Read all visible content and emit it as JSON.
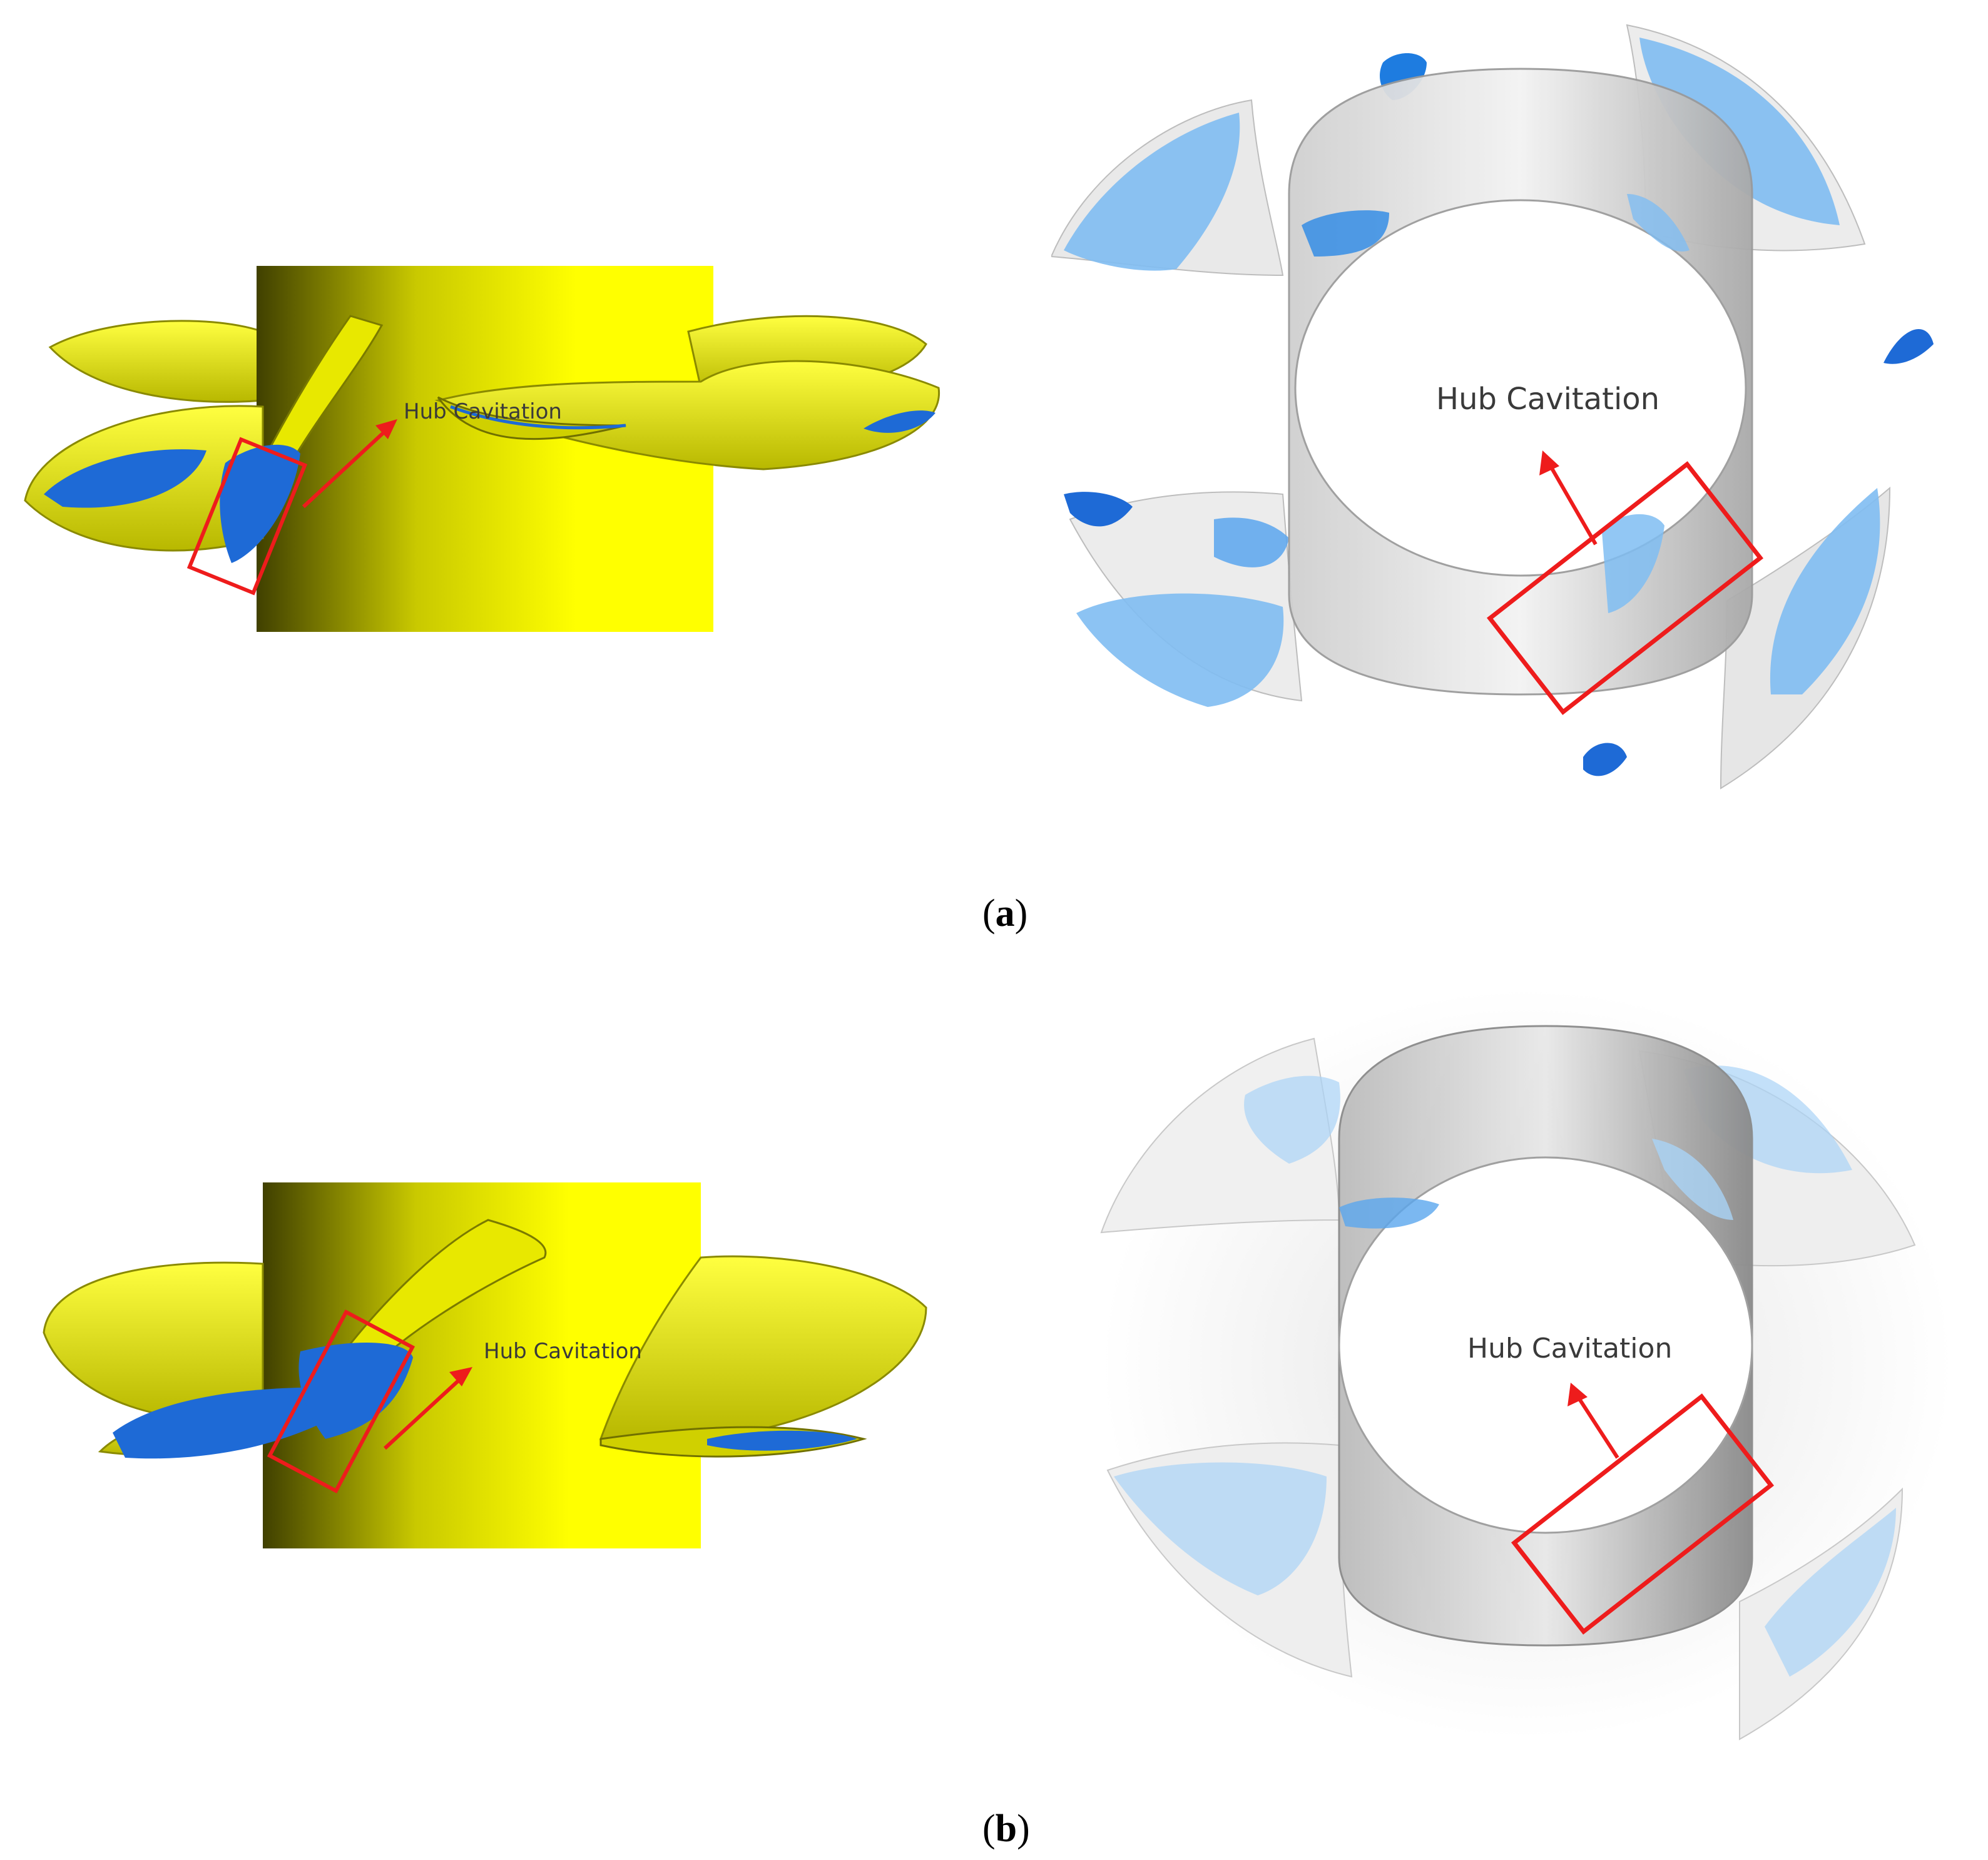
{
  "colors": {
    "hub_yellow": "#f4f40a",
    "cavity_blue": "#1e6ad6",
    "cavity_light_blue": "#7fbdf2",
    "hub_gray": "#b9b9b9",
    "highlight_red": "#ee1c1c"
  },
  "figure": {
    "panels": [
      {
        "id": "a",
        "caption_open": "(",
        "caption_letter": "a",
        "caption_close": ")",
        "side_view": {
          "callout": "Hub Cavitation"
        },
        "front_view": {
          "callout": "Hub Cavitation"
        }
      },
      {
        "id": "b",
        "caption_open": "(",
        "caption_letter": "b",
        "caption_close": ")",
        "side_view": {
          "callout": "Hub Cavitation"
        },
        "front_view": {
          "callout": "Hub Cavitation"
        }
      }
    ]
  }
}
